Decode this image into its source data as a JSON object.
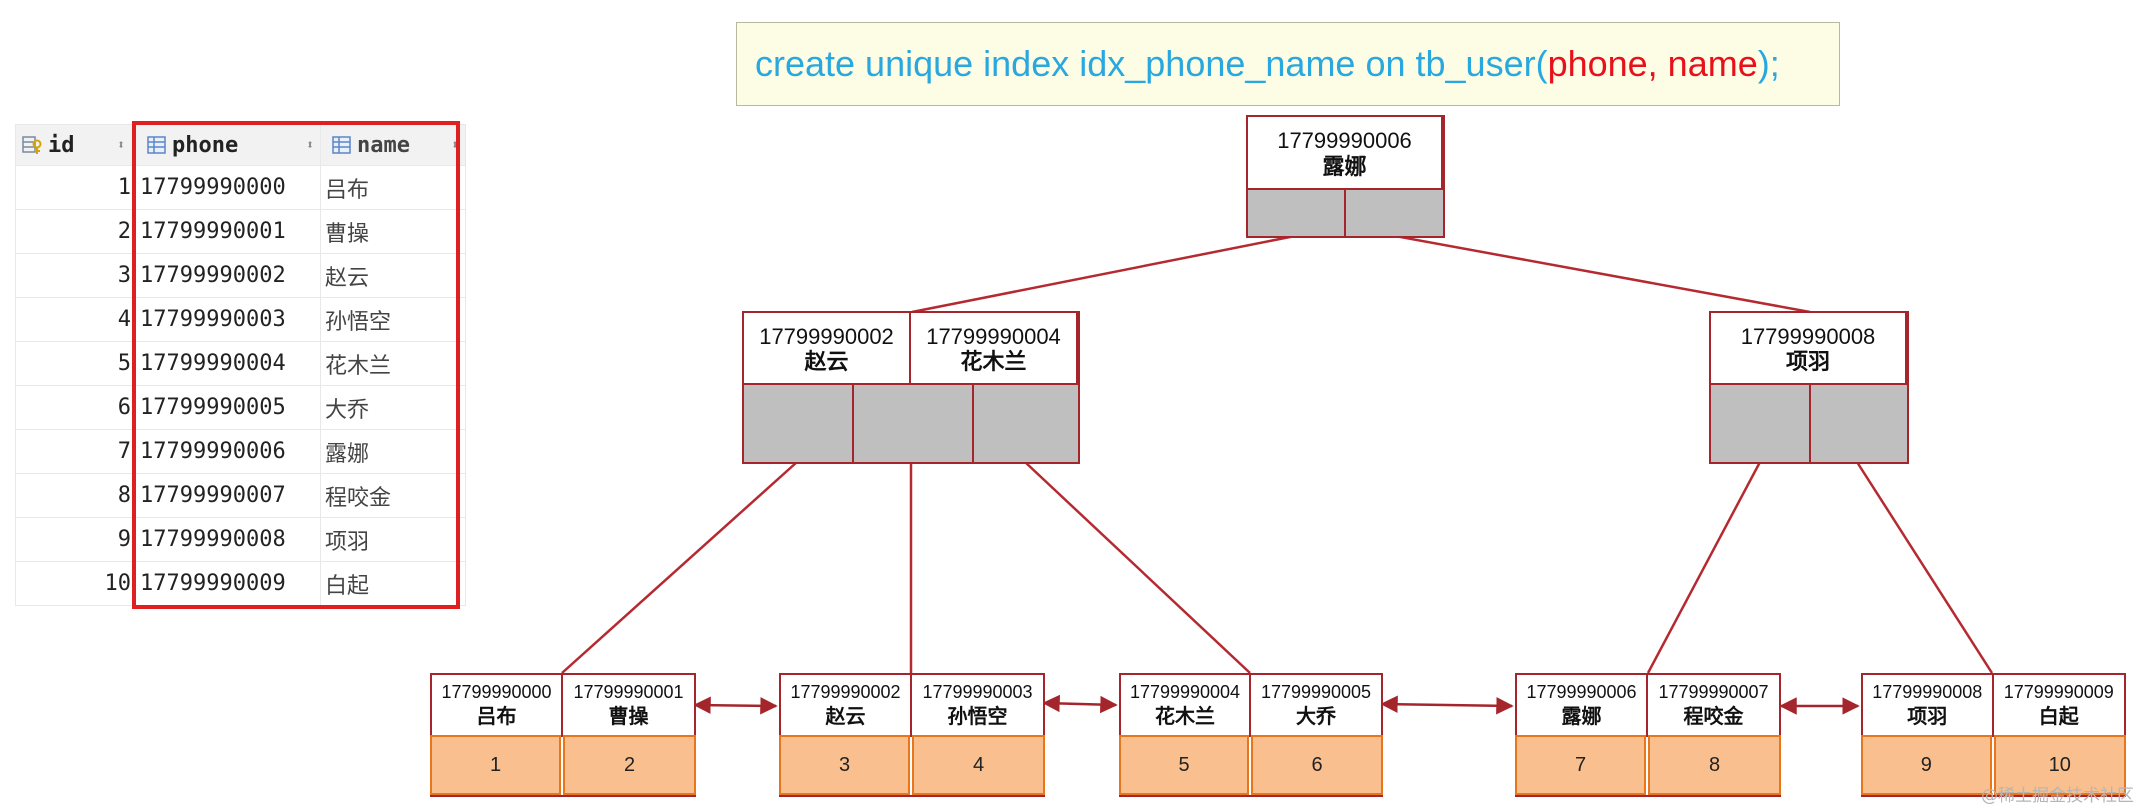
{
  "table": {
    "columns": [
      {
        "label": "id",
        "icon": "primary-key-icon"
      },
      {
        "label": "phone",
        "icon": "column-icon"
      },
      {
        "label": "name",
        "icon": "column-icon"
      }
    ],
    "rows": [
      {
        "id": "1",
        "phone": "17799990000",
        "name": "吕布"
      },
      {
        "id": "2",
        "phone": "17799990001",
        "name": "曹操"
      },
      {
        "id": "3",
        "phone": "17799990002",
        "name": "赵云"
      },
      {
        "id": "4",
        "phone": "17799990003",
        "name": "孙悟空"
      },
      {
        "id": "5",
        "phone": "17799990004",
        "name": "花木兰"
      },
      {
        "id": "6",
        "phone": "17799990005",
        "name": "大乔"
      },
      {
        "id": "7",
        "phone": "17799990006",
        "name": "露娜"
      },
      {
        "id": "8",
        "phone": "17799990007",
        "name": "程咬金"
      },
      {
        "id": "9",
        "phone": "17799990008",
        "name": "项羽"
      },
      {
        "id": "10",
        "phone": "17799990009",
        "name": "白起"
      }
    ],
    "sort_glyph": "⬍"
  },
  "sql": {
    "prefix": "create unique index idx_phone_name on tb_user(",
    "highlight": "phone, name",
    "suffix": ");"
  },
  "tree": {
    "root": {
      "keys": [
        {
          "phone": "17799990006",
          "name": "露娜"
        }
      ]
    },
    "internal": [
      {
        "keys": [
          {
            "phone": "17799990002",
            "name": "赵云"
          },
          {
            "phone": "17799990004",
            "name": "花木兰"
          }
        ]
      },
      {
        "keys": [
          {
            "phone": "17799990008",
            "name": "项羽"
          }
        ]
      }
    ],
    "leaves": [
      {
        "keys": [
          {
            "phone": "17799990000",
            "name": "吕布"
          },
          {
            "phone": "17799990001",
            "name": "曹操"
          }
        ],
        "ids": [
          "1",
          "2"
        ]
      },
      {
        "keys": [
          {
            "phone": "17799990002",
            "name": "赵云"
          },
          {
            "phone": "17799990003",
            "name": "孙悟空"
          }
        ],
        "ids": [
          "3",
          "4"
        ]
      },
      {
        "keys": [
          {
            "phone": "17799990004",
            "name": "花木兰"
          },
          {
            "phone": "17799990005",
            "name": "大乔"
          }
        ],
        "ids": [
          "5",
          "6"
        ]
      },
      {
        "keys": [
          {
            "phone": "17799990006",
            "name": "露娜"
          },
          {
            "phone": "17799990007",
            "name": "程咬金"
          }
        ],
        "ids": [
          "7",
          "8"
        ]
      },
      {
        "keys": [
          {
            "phone": "17799990008",
            "name": "项羽"
          },
          {
            "phone": "17799990009",
            "name": "白起"
          }
        ],
        "ids": [
          "9",
          "10"
        ]
      }
    ]
  },
  "colors": {
    "node_border": "#a4262c",
    "pointer_fill": "#bfbfbf",
    "data_fill": "#f9bf8e",
    "data_border": "#e8761c",
    "sql_text": "#29a8e0",
    "sql_highlight": "#e8101a",
    "table_highlight": "#e02020"
  },
  "watermark": "@稀土掘金技术社区"
}
